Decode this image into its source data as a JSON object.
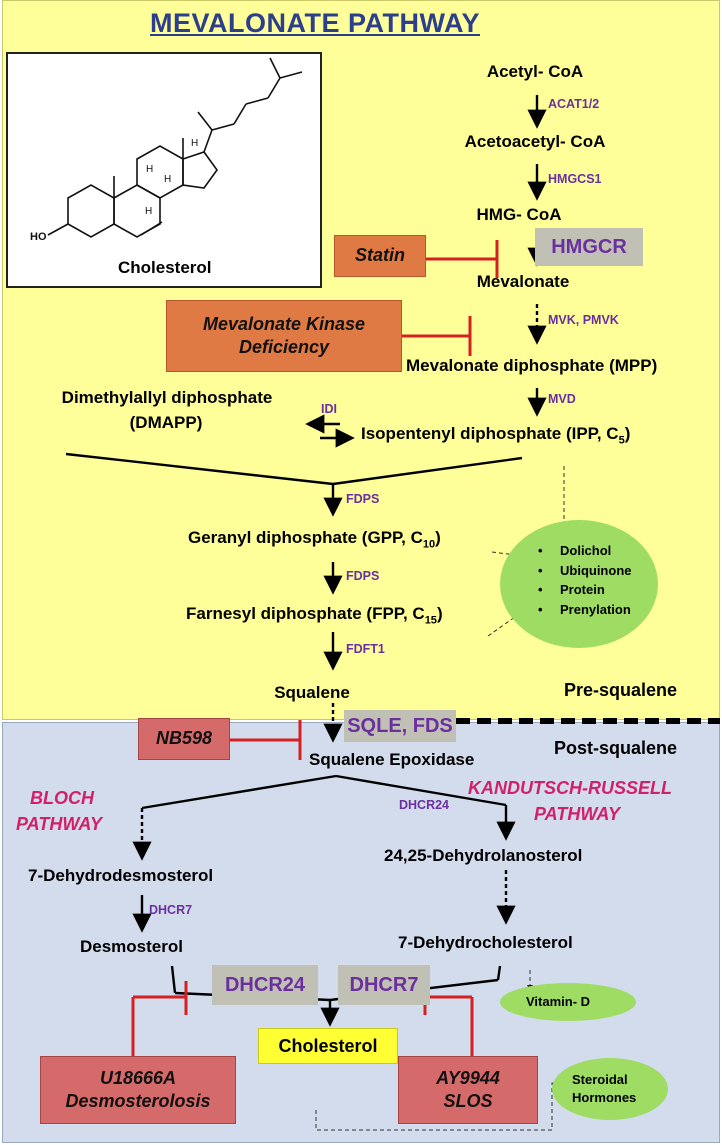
{
  "title": "MEVALONATE PATHWAY",
  "structure_label": "Cholesterol",
  "structure_hydroxyl": "HO",
  "metabolites": {
    "acetyl_coa": "Acetyl- CoA",
    "acetoacetyl_coa": "Acetoacetyl- CoA",
    "hmg_coa": "HMG- CoA",
    "mevalonate": "Mevalonate",
    "mpp": "Mevalonate diphosphate (MPP)",
    "dmapp_line1": "Dimethylallyl diphosphate",
    "dmapp_line2": "(DMAPP)",
    "ipp": "Isopentenyl diphosphate (IPP, C",
    "ipp_sub": "5",
    "gpp": "Geranyl diphosphate (GPP, C",
    "gpp_sub": "10",
    "fpp": "Farnesyl diphosphate (FPP, C",
    "fpp_sub": "15",
    "squalene": "Squalene",
    "squalene_epoxidase": "Squalene Epoxidase",
    "dehydrodesmosterol": "7-Dehydrodesmosterol",
    "dehydrolanosterol": "24,25-Dehydrolanosterol",
    "desmosterol": "Desmosterol",
    "dehydrocholesterol": "7-Dehydrocholesterol",
    "cholesterol": "Cholesterol"
  },
  "close_paren": ")",
  "enzymes": {
    "acat": "ACAT1/2",
    "hmgcs1": "HMGCS1",
    "hmgcr": "HMGCR",
    "mvk": "MVK, PMVK",
    "mvd": "MVD",
    "idi": "IDI",
    "fdps1": "FDPS",
    "fdps2": "FDPS",
    "fdft1": "FDFT1",
    "sqle": "SQLE, FDS",
    "dhcr24_small": "DHCR24",
    "dhcr7_small": "DHCR7",
    "dhcr24_big": "DHCR24",
    "dhcr7_big": "DHCR7"
  },
  "inhibitors": {
    "statin": "Statin",
    "mkd_line1": "Mevalonate Kinase",
    "mkd_line2": "Deficiency",
    "nb598": "NB598",
    "u18666a_line1": "U18666A",
    "u18666a_line2": "Desmosterolosis",
    "ay9944_line1": "AY9944",
    "ay9944_line2": "SLOS"
  },
  "branches": {
    "bloch_line1": "BLOCH",
    "bloch_line2": "PATHWAY",
    "kr_line1": "KANDUTSCH-RUSSELL",
    "kr_line2": "PATHWAY"
  },
  "regions": {
    "pre": "Pre-squalene",
    "post": "Post-squalene"
  },
  "products": {
    "items": [
      "Dolichol",
      "Ubiquinone",
      "Protein",
      "Prenylation"
    ],
    "vitamin_d": "Vitamin- D",
    "steroidal_line1": "Steroidal",
    "steroidal_line2": "Hormones"
  },
  "colors": {
    "pre_bg": "#ffff99",
    "post_bg": "#d3dcec",
    "enzyme": "#6b2fa0",
    "inhibitor_line": "#d42020",
    "branch_label": "#d0206a",
    "product_ellipse": "#9edc64"
  }
}
